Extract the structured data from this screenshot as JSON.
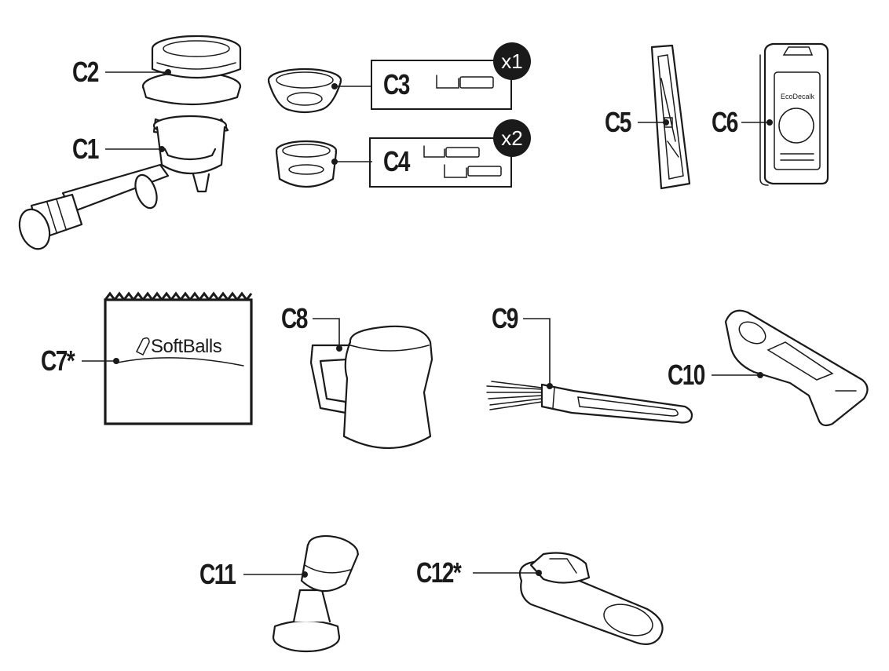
{
  "labels": {
    "c1": "C1",
    "c2": "C2",
    "c3": "C3",
    "c4": "C4",
    "c5": "C5",
    "c6": "C6",
    "c7": "C7*",
    "c8": "C8",
    "c9": "C9",
    "c10": "C10",
    "c11": "C11",
    "c12": "C12*"
  },
  "badges": {
    "c3_qty": "x1",
    "c4_qty": "x2"
  },
  "packaging_text": {
    "softballs_brand": "SoftBalls",
    "ecodecalk_brand": "EcoDecalk"
  },
  "colors": {
    "ink": "#1a1a1a",
    "badge_fill": "#1a1a1a",
    "badge_text": "#ffffff",
    "background": "#ffffff"
  }
}
